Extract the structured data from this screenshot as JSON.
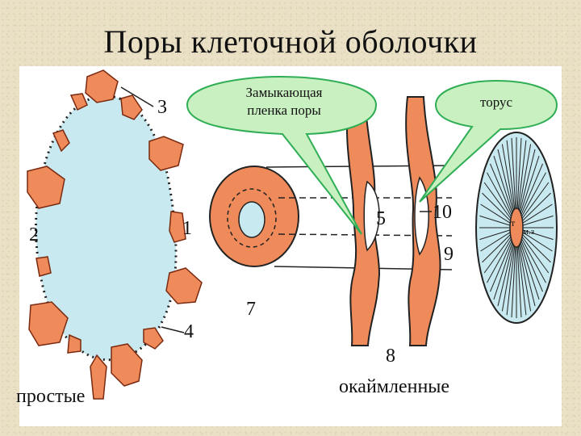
{
  "slide": {
    "title": "Поры клеточной оболочки"
  },
  "callouts": {
    "closing_film": [
      "Замыкающая",
      "пленка поры"
    ],
    "torus": "торус"
  },
  "labels": {
    "simple": "простые",
    "bordered": "окаймленные"
  },
  "numbers": {
    "n1": "1",
    "n2": "2",
    "n3": "3",
    "n4": "4",
    "n5": "5",
    "n7": "7",
    "n8": "8",
    "n9": "9",
    "n10": "10"
  },
  "torus_marks": {
    "t": "т",
    "mz": "м.з"
  },
  "colors": {
    "wall_orange": "#ef8a5a",
    "cell_blue": "#c8e9ef",
    "callout_fill": "#c9f0c0",
    "callout_stroke": "#2fae55"
  }
}
